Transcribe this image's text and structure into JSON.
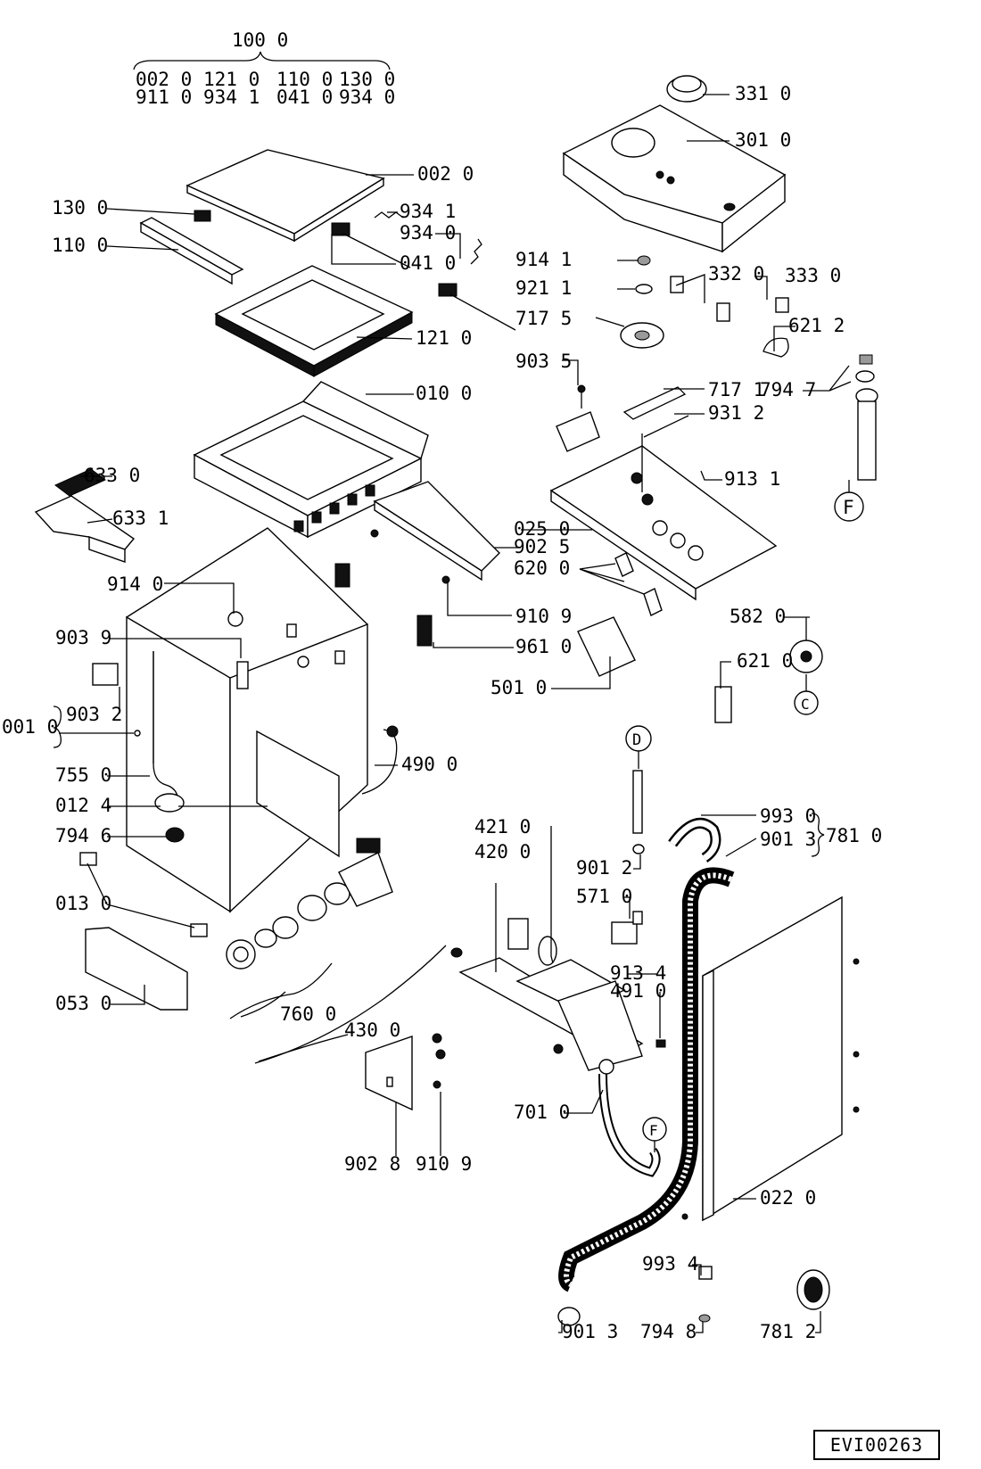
{
  "document_code": "EVI00263",
  "kit_header": {
    "number": "100 0",
    "row1": [
      "002 0",
      "121 0",
      "110 0",
      "130 0"
    ],
    "row2": [
      "911 0",
      "934 1",
      "041 0",
      "934 0"
    ]
  },
  "callouts": {
    "p331_0": "331 0",
    "p301_0": "301 0",
    "p002_0": "002 0",
    "p130_0": "130 0",
    "p934_1": "934 1",
    "p934_0": "934 0",
    "p110_0": "110 0",
    "p041_0": "041 0",
    "p121_0": "121 0",
    "p010_0": "010 0",
    "p914_1": "914 1",
    "p921_1": "921 1",
    "p332_0": "332 0",
    "p333_0": "333 0",
    "p717_5": "717 5",
    "p621_2": "621 2",
    "p903_5": "903 5",
    "p717_1": "717 1",
    "p794_7": "794 7",
    "p931_2": "931 2",
    "p913_1": "913 1",
    "p633_0": "633 0",
    "p633_1": "633 1",
    "p025_0": "025 0",
    "p902_5": "902 5",
    "p620_0": "620 0",
    "p914_0": "914 0",
    "p910_9a": "910 9",
    "p582_0": "582 0",
    "p903_9": "903 9",
    "p961_0": "961 0",
    "p621_0": "621 0",
    "p501_0": "501 0",
    "p001_0": "001 0",
    "p903_2": "903 2",
    "p755_0": "755 0",
    "p490_0": "490 0",
    "p012_4": "012 4",
    "p421_0": "421 0",
    "p993_0": "993 0",
    "p901_3a": "901 3",
    "p781_0": "781 0",
    "p794_6": "794 6",
    "p420_0": "420 0",
    "p901_2": "901 2",
    "p571_0": "571 0",
    "p013_0": "013 0",
    "p913_4": "913 4",
    "p491_0": "491 0",
    "p053_0": "053 0",
    "p760_0": "760 0",
    "p430_0": "430 0",
    "p701_0": "701 0",
    "p902_8": "902 8",
    "p910_9b": "910 9",
    "p022_0": "022 0",
    "p993_4": "993 4",
    "p781_2": "781 2",
    "p901_3b": "901 3",
    "p794_8": "794 8"
  },
  "connectors": {
    "F": "F",
    "C": "C",
    "D": "D"
  }
}
